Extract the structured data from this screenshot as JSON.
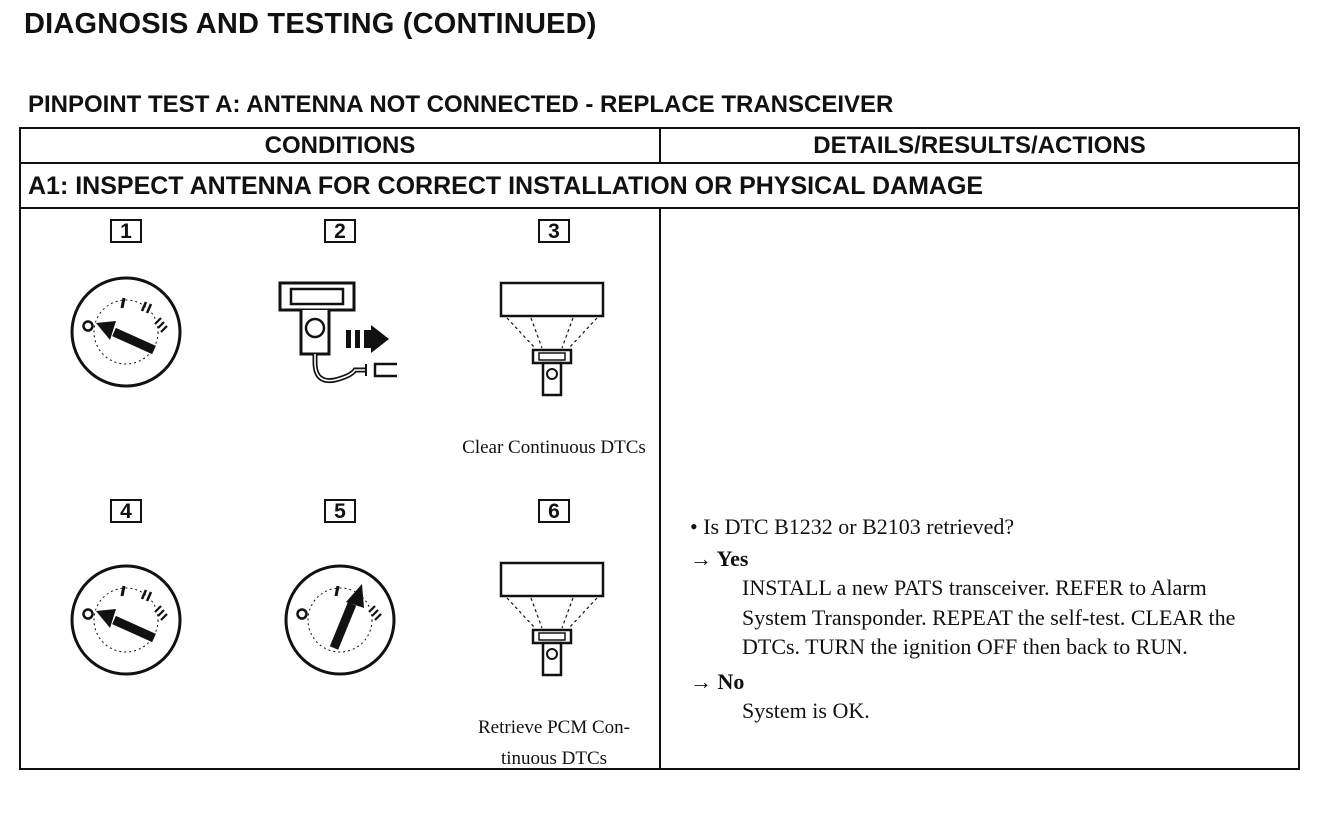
{
  "page_title": "DIAGNOSIS AND TESTING (CONTINUED)",
  "test_title": "PINPOINT TEST A: ANTENNA NOT CONNECTED - REPLACE TRANSCEIVER",
  "table": {
    "col_conditions": "CONDITIONS",
    "col_details": "DETAILS/RESULTS/ACTIONS",
    "step_title": "A1: INSPECT ANTENNA FOR CORRECT INSTALLATION OR PHYSICAL DAMAGE"
  },
  "steps": [
    {
      "number": "1",
      "icon": "ignition-off-icon",
      "caption": ""
    },
    {
      "number": "2",
      "icon": "disconnect-connector-icon",
      "caption": ""
    },
    {
      "number": "3",
      "icon": "scan-tool-icon",
      "caption": "Clear Continuous DTCs"
    },
    {
      "number": "4",
      "icon": "ignition-off-icon",
      "caption": ""
    },
    {
      "number": "5",
      "icon": "ignition-run-icon",
      "caption": ""
    },
    {
      "number": "6",
      "icon": "scan-tool-icon",
      "caption": "Retrieve PCM Con- tinuous DTCs"
    }
  ],
  "details": {
    "question": "• Is DTC B1232 or B2103 retrieved?",
    "yes_label": "→ Yes",
    "yes_action": "INSTALL a new PATS transceiver.  REFER to Alarm System Transponder. REPEAT the self-test. CLEAR the DTCs. TURN the ignition OFF then back to RUN.",
    "no_label": "→ No",
    "no_action": "System is OK."
  }
}
